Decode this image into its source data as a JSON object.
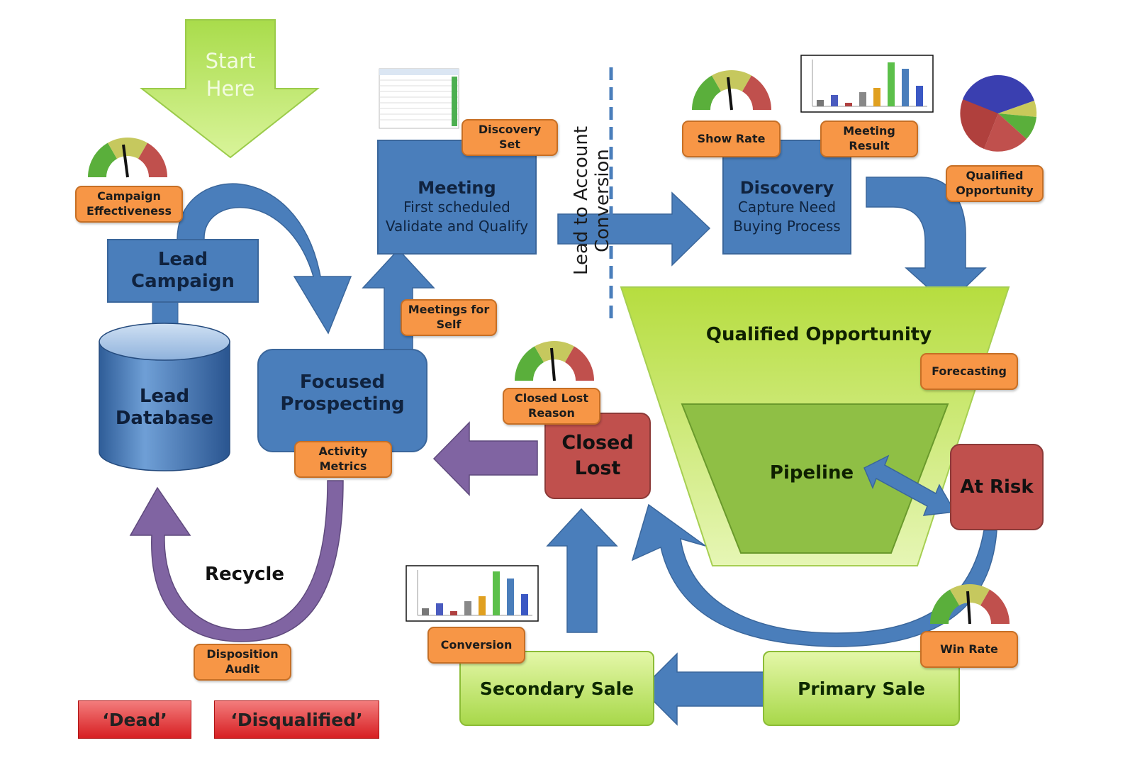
{
  "start": "Start\nHere",
  "nodes": {
    "lead_campaign": "Lead\nCampaign",
    "lead_database": "Lead\nDatabase",
    "focused_prospecting": "Focused\nProspecting",
    "meeting_title": "Meeting",
    "meeting_sub": "First scheduled\nValidate and Qualify",
    "discovery_title": "Discovery",
    "discovery_sub": "Capture Need\nBuying Process",
    "qualified_opportunity": "Qualified Opportunity",
    "pipeline": "Pipeline",
    "closed_lost": "Closed\nLost",
    "at_risk": "At Risk",
    "secondary_sale": "Secondary Sale",
    "primary_sale": "Primary Sale",
    "recycle": "Recycle",
    "dead": "‘Dead’",
    "disqualified": "‘Disqualified’"
  },
  "divider_label": "Lead to Account Conversion",
  "metrics": {
    "campaign_effectiveness": "Campaign\nEffectiveness",
    "discovery_set": "Discovery\nSet",
    "meetings_for_self": "Meetings for\nSelf",
    "activity_metrics": "Activity\nMetrics",
    "show_rate": "Show Rate",
    "meeting_result": "Meeting\nResult",
    "qualified_opportunity": "Qualified\nOpportunity",
    "forecasting": "Forecasting",
    "closed_lost_reason": "Closed Lost\nReason",
    "disposition_audit": "Disposition\nAudit",
    "conversion": "Conversion",
    "win_rate": "Win Rate"
  },
  "colors": {
    "box_blue": "#4a7ebb",
    "metric_orange": "#f79646",
    "alert_red": "#c0504d",
    "funnel_green": "#b6dd52",
    "recycle_purple": "#8064a2"
  }
}
